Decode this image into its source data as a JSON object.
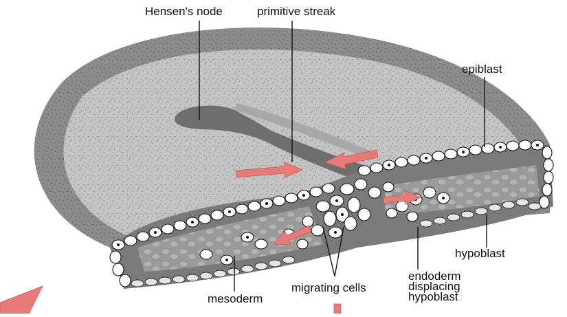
{
  "labels": {
    "hensens_node": "Hensen's node",
    "primitive_streak": "primitive streak",
    "epiblast": "epiblast",
    "hypoblast": "hypoblast",
    "migrating_cells": "migrating cells",
    "mesoderm": "mesoderm",
    "endoderm_line1": "endoderm",
    "endoderm_line2": "displacing",
    "endoderm_line3": "hypoblast"
  },
  "colors": {
    "outer_rim": "#8c8c8c",
    "disc_surface": "#c4c4c4",
    "groove": "#6e6e6e",
    "cut_face": "#7a7a7a",
    "cell_fill": "#ffffff",
    "cell_outline": "#111111",
    "arrow": "#e87a78"
  }
}
